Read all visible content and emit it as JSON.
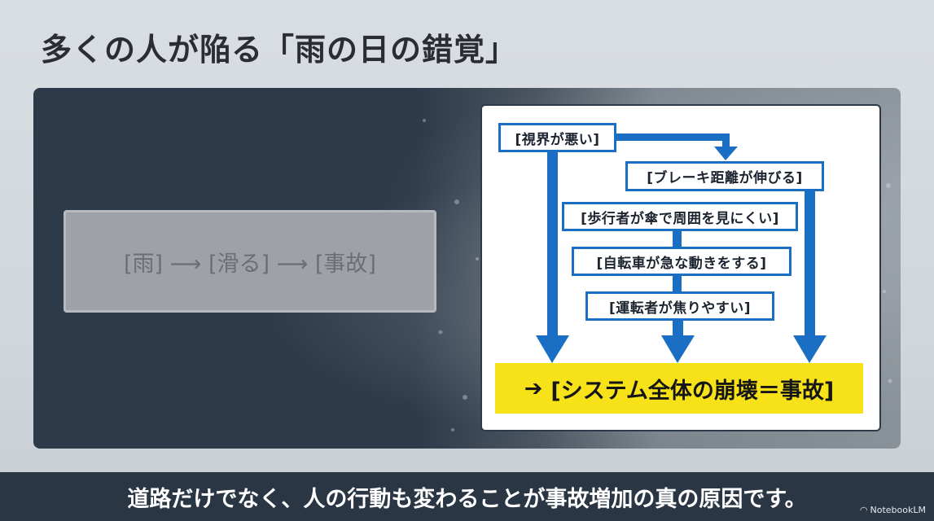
{
  "title": "多くの人が陥る「雨の日の錯覚」",
  "simple_chain": "[雨] ⟶ [滑る] ⟶ [事故]",
  "nodes": {
    "visibility": "[視界が悪い]",
    "brake": "[ブレーキ距離が伸びる]",
    "pedestrians": "[歩行者が傘で周囲を見にくい]",
    "cyclists": "[自転車が急な動きをする]",
    "drivers": "[運転者が焦りやすい]"
  },
  "result": {
    "arrow": "➔",
    "label": "[システム全体の崩壊＝事故]"
  },
  "footer": "道路だけでなく、人の行動も変わることが事故増加の真の原因です。",
  "brand": "NotebookLM",
  "colors": {
    "arrow_blue": "#1a6fc4",
    "highlight_yellow": "#f7e219",
    "panel_dark": "#2d3a4a"
  }
}
